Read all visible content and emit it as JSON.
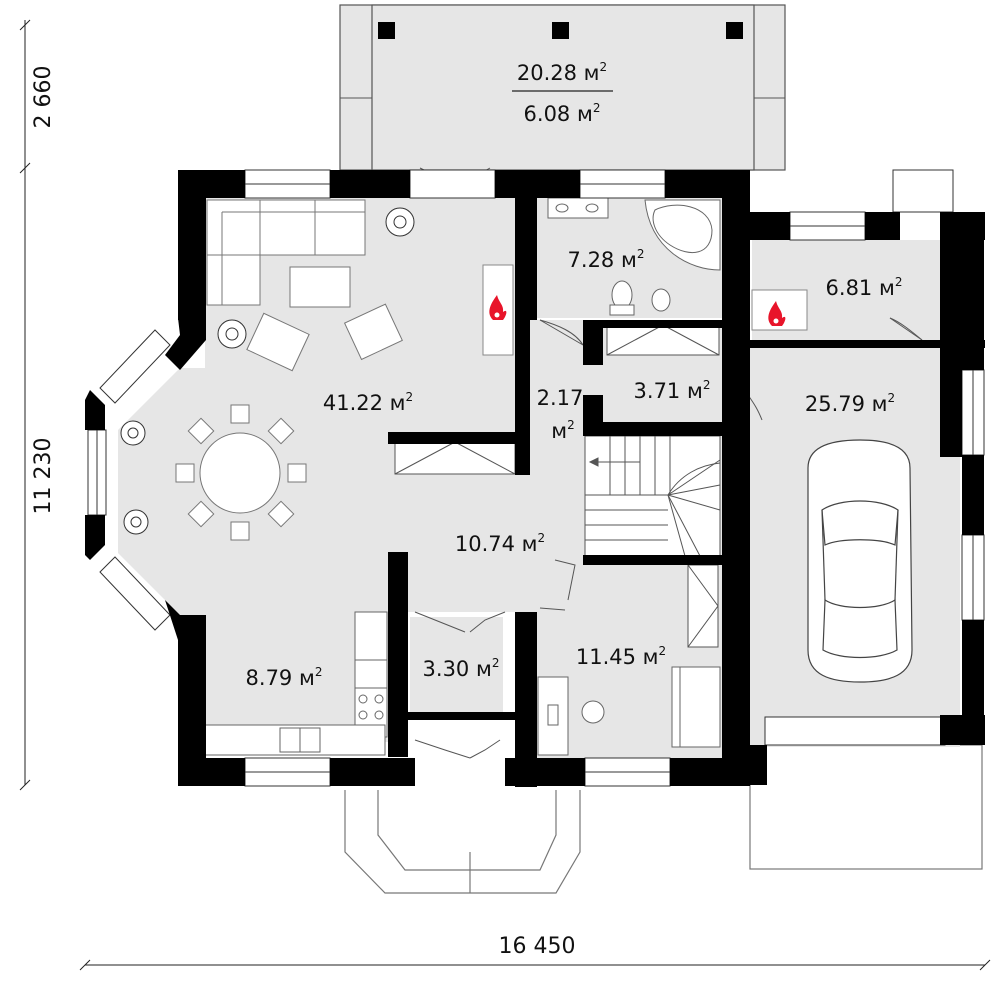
{
  "plan": {
    "rooms": [
      {
        "id": "terrace",
        "label": "20.28 м",
        "exp": "2"
      },
      {
        "id": "terrace-inner",
        "label": "6.08 м",
        "exp": "2"
      },
      {
        "id": "living",
        "label": "41.22 м",
        "exp": "2"
      },
      {
        "id": "bathroom",
        "label": "7.28 м",
        "exp": "2"
      },
      {
        "id": "boiler",
        "label": "6.81 м",
        "exp": "2"
      },
      {
        "id": "garage",
        "label": "25.79 м",
        "exp": "2"
      },
      {
        "id": "closet-a-top",
        "label": "2.17"
      },
      {
        "id": "closet-a-bottom",
        "label": "м",
        "exp": "2"
      },
      {
        "id": "closet-b",
        "label": "3.71 м",
        "exp": "2"
      },
      {
        "id": "hall",
        "label": "10.74 м",
        "exp": "2"
      },
      {
        "id": "kitchen",
        "label": "8.79 м",
        "exp": "2"
      },
      {
        "id": "vestibule",
        "label": "3.30 м",
        "exp": "2"
      },
      {
        "id": "study",
        "label": "11.45 м",
        "exp": "2"
      }
    ],
    "dimensions": {
      "left_top": "2 660",
      "left_main": "11 230",
      "bottom": "16 450"
    }
  }
}
